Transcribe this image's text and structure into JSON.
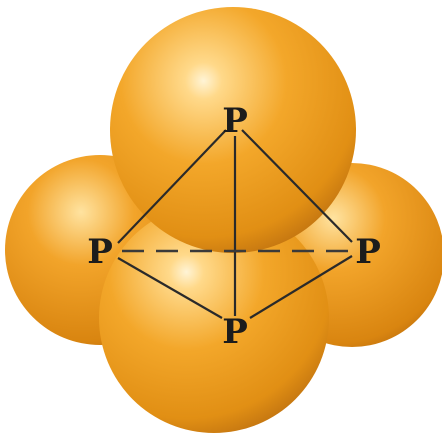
{
  "molecule": {
    "atoms": [
      {
        "id": "top",
        "symbol": "P"
      },
      {
        "id": "left",
        "symbol": "P"
      },
      {
        "id": "right",
        "symbol": "P"
      },
      {
        "id": "bottom",
        "symbol": "P"
      }
    ],
    "bonds": [
      {
        "from": "top",
        "to": "left",
        "style": "solid"
      },
      {
        "from": "top",
        "to": "right",
        "style": "solid"
      },
      {
        "from": "top",
        "to": "bottom",
        "style": "solid"
      },
      {
        "from": "left",
        "to": "bottom",
        "style": "solid"
      },
      {
        "from": "right",
        "to": "bottom",
        "style": "solid"
      },
      {
        "from": "left",
        "to": "right",
        "style": "dashed"
      }
    ],
    "colors": {
      "sphere_base": "#f0a020",
      "sphere_light": "#ffd98a",
      "sphere_shadow": "#c27410",
      "bond": "#2a2a2a",
      "label": "#1c1c1c"
    }
  }
}
